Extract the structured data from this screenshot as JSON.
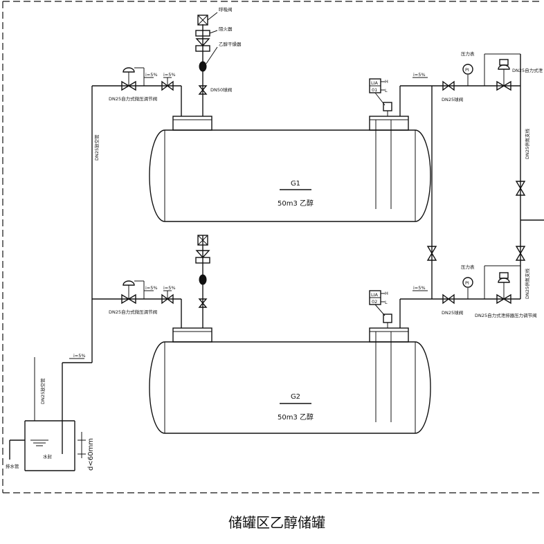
{
  "title": "储罐区乙醇储罐",
  "tanks": [
    {
      "id": "G1",
      "capacity": "50m3 乙醇",
      "level_tag": [
        "LIA",
        "01"
      ]
    },
    {
      "id": "G2",
      "capacity": "50m3 乙醇",
      "level_tag": [
        "LIA",
        "02"
      ]
    }
  ],
  "labels": {
    "breather_valve": "呼吸阀",
    "flame_arrester": "阻火器",
    "ethanol_dryer": "乙醇干燥器",
    "dn50_ball_valve": "DN50球阀",
    "dn25_reg_valve_left": "DN25自力式微压调节阀",
    "dn25_reg_valve_left_2": "DN25自力式微压调节阀",
    "dn25_vent_pipe": "DN25放空管",
    "dn25_vent_pipe_2": "DN25放空管",
    "dn25_ball_valve_1": "DN25球阀",
    "dn25_ball_valve_2": "DN25球阀",
    "pressure_gauge_1": "压力表",
    "pressure_gauge_2": "压力表",
    "pi": "PI",
    "dn25_reg_valve_right_1": "DN25自力式泄",
    "dn25_reg_valve_right_2": "DN25自力式泄排器压力调节阀",
    "dn25_n2_line_1": "DN25供氮支线",
    "dn25_n2_line_2": "DN25供氮支线",
    "water_seal": "水封",
    "drain_pipe": "排水管",
    "depth": "d<60mm",
    "small_i_1": "i=5%",
    "small_i_2": "i=5%",
    "small_i_3": "i=5%",
    "small_i_4": "i=5%",
    "small_i_5": "i=5%",
    "small_i_6": "i=5%",
    "small_i_7": "i=5%",
    "h_1": "H",
    "l_1": "L",
    "h_2": "H",
    "l_2": "L"
  }
}
